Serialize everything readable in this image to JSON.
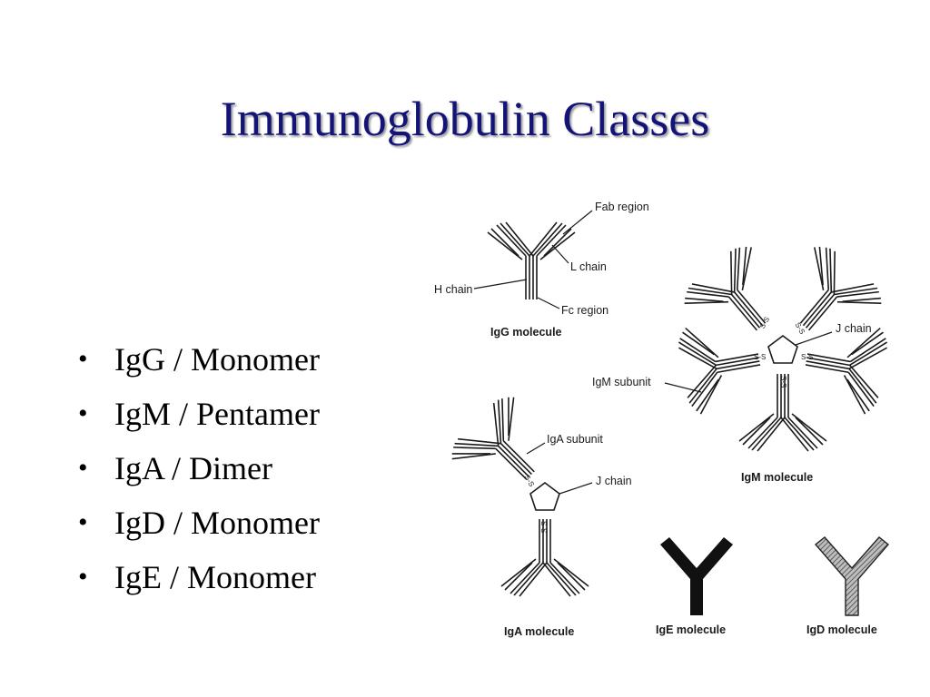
{
  "slide": {
    "title": "Immunoglobulin Classes",
    "bullets": [
      "IgG / Monomer",
      "IgM / Pentamer",
      "IgA / Dimer",
      "IgD / Monomer",
      "IgE / Monomer"
    ]
  },
  "diagram": {
    "labels": {
      "fab_region": "Fab region",
      "l_chain": "L chain",
      "h_chain": "H chain",
      "fc_region": "Fc region",
      "igg_molecule": "IgG molecule",
      "j_chain_igm": "J chain",
      "igm_subunit": "IgM subunit",
      "igm_molecule": "IgM molecule",
      "iga_subunit": "IgA subunit",
      "j_chain_iga": "J chain",
      "iga_molecule": "IgA molecule",
      "ige_molecule": "IgE molecule",
      "igd_molecule": "IgD molecule",
      "disulfide": "S-S"
    }
  },
  "colors": {
    "title": "#141478",
    "title_shadow": "#9a9a9a",
    "text": "#000000",
    "line": "#1a1a1a",
    "igd_fill": "#8a8a8a"
  }
}
